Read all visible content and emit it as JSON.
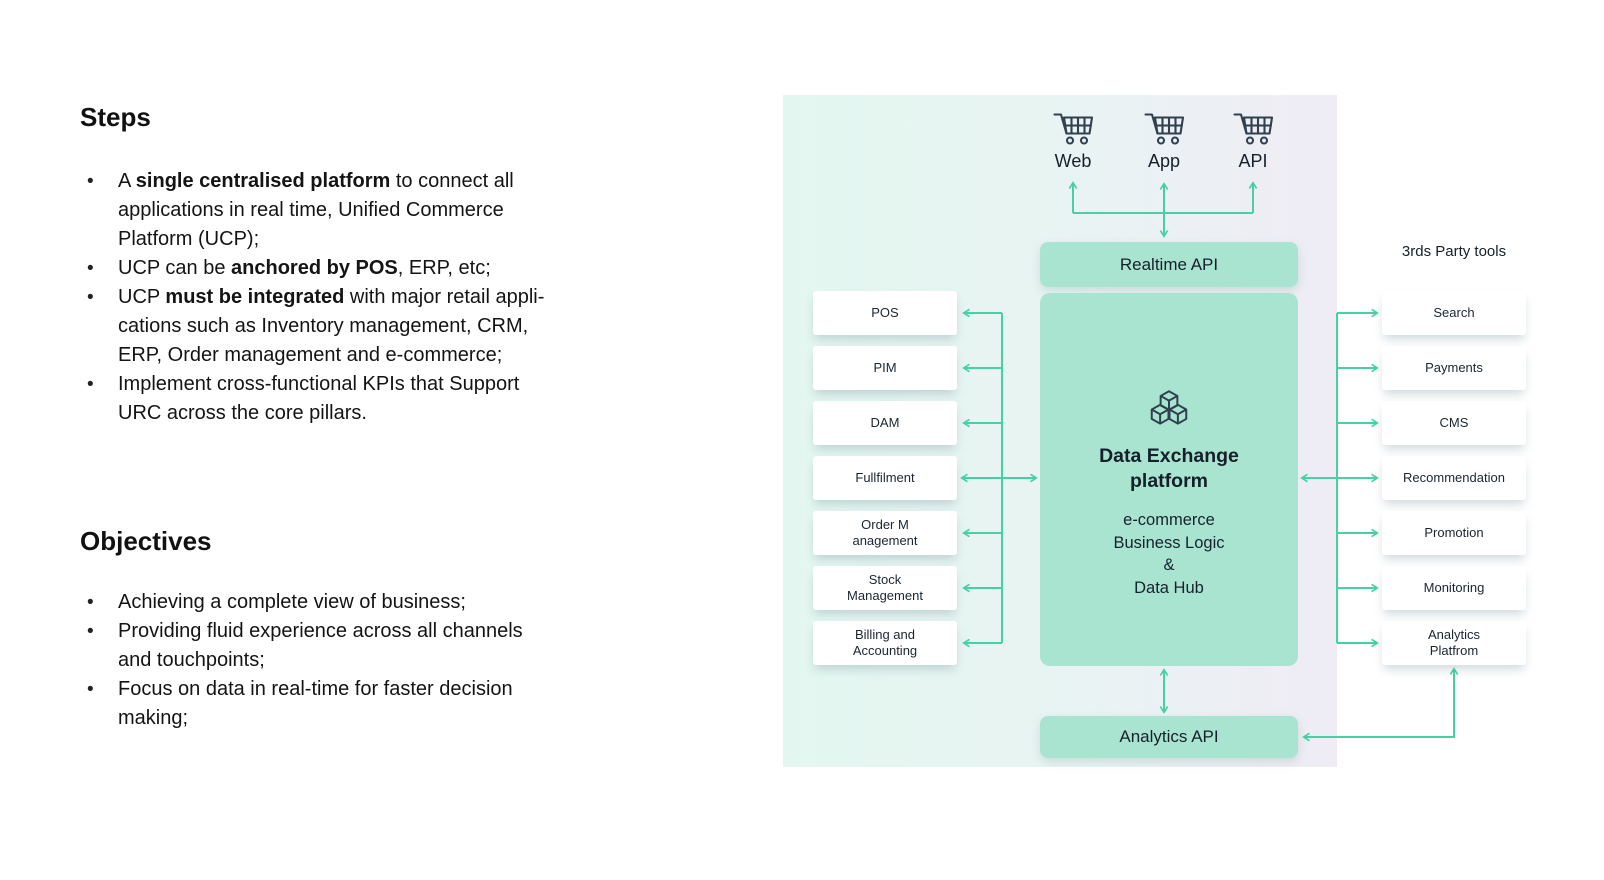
{
  "theme": {
    "accent": "#45d1a4",
    "mint_box": "#a9e4d1",
    "panel_left": "#e3f7f0",
    "panel_right": "#efecf5",
    "icon": "#31404f",
    "heading_text": "#111111",
    "label_text": "#1b2631"
  },
  "left_content": {
    "bullet_marker": "•",
    "steps": {
      "heading": "Steps",
      "bullets": [
        {
          "parts": [
            {
              "t": "A "
            },
            {
              "t": "single centralised platform"
            },
            {
              "t": " to connect all\napplications in real time, Unified Commerce\nPlatform (UCP);"
            }
          ]
        },
        {
          "parts": [
            {
              "t": "UCP can be "
            },
            {
              "t": "anchored by POS"
            },
            {
              "t": ", ERP, etc;"
            }
          ]
        },
        {
          "parts": [
            {
              "t": "UCP "
            },
            {
              "t": "must be integrated"
            },
            {
              "t": " with major retail appli-\ncations such as Inventory management, CRM,\nERP, Order management and e-commerce;"
            }
          ]
        },
        {
          "parts": [
            {
              "t": "Implement cross-functional KPIs that Support\nURC across the core pillars."
            }
          ]
        }
      ]
    },
    "objectives": {
      "heading": "Objectives",
      "bullets": [
        {
          "parts": [
            {
              "t": "Achieving a complete view of business;"
            }
          ]
        },
        {
          "parts": [
            {
              "t": "Providing fluid experience across all channels\nand touchpoints;"
            }
          ]
        },
        {
          "parts": [
            {
              "t": "Focus on data in real-time for faster decision\nmaking;"
            }
          ]
        }
      ]
    }
  },
  "diagram": {
    "icons": {
      "channel": "shopping-cart-icon",
      "platform": "cubes-icon"
    },
    "channels": [
      {
        "label": "Web"
      },
      {
        "label": "App"
      },
      {
        "label": "API"
      }
    ],
    "realtime_api_label": "Realtime API",
    "platform": {
      "title": "Data Exchange\nplatform",
      "subtitle": "e-commerce\nBusiness Logic\n&\nData Hub"
    },
    "left_apps": [
      "POS",
      "PIM",
      "DAM",
      "Fullfilment",
      "Order M\nanagement",
      "Stock\nManagement",
      "Billing and\nAccounting"
    ],
    "right_tools_heading": "3rds Party tools",
    "right_tools": [
      "Search",
      "Payments",
      "CMS",
      "Recommendation",
      "Promotion",
      "Monitoring",
      "Analytics\nPlatfrom"
    ],
    "analytics_api_label": "Analytics API"
  }
}
